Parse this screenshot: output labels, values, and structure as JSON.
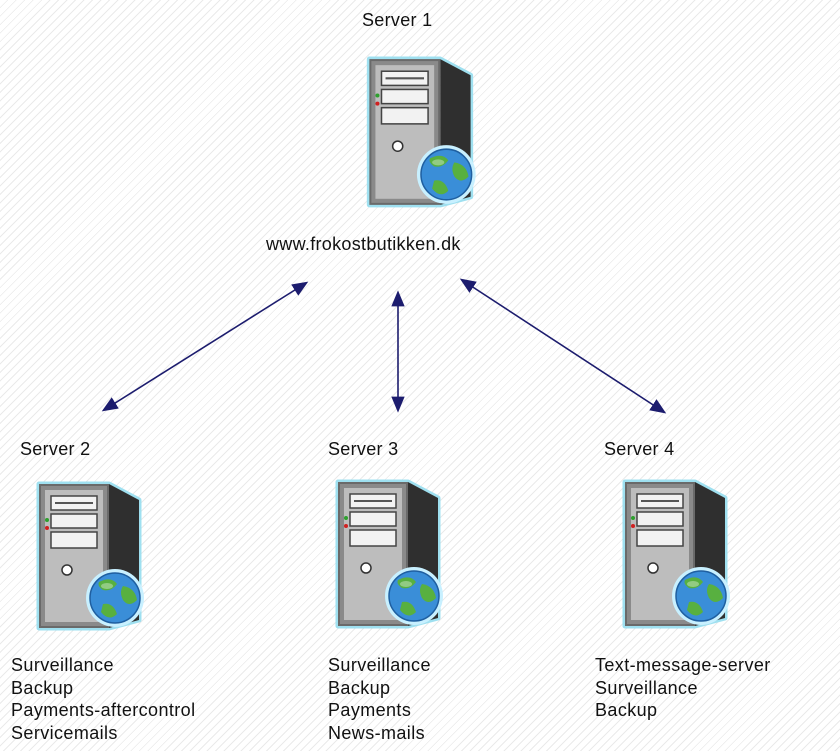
{
  "diagram": {
    "server1": {
      "title": "Server 1",
      "domain": "www.frokostbutikken.dk"
    },
    "server2": {
      "title": "Server 2",
      "services": [
        "Surveillance",
        "Backup",
        "Payments-aftercontrol",
        "Servicemails"
      ]
    },
    "server3": {
      "title": "Server 3",
      "services": [
        "Surveillance",
        "Backup",
        "Payments",
        "News-mails"
      ]
    },
    "server4": {
      "title": "Server 4",
      "services": [
        "Text-message-server",
        "Surveillance",
        "Backup"
      ]
    },
    "colors": {
      "arrow": "#1c1c6e",
      "tower_body": "#5a5a5a",
      "tower_glow": "#9fe0f0",
      "globe_water": "#3a8ed8",
      "globe_land": "#58b040"
    }
  }
}
